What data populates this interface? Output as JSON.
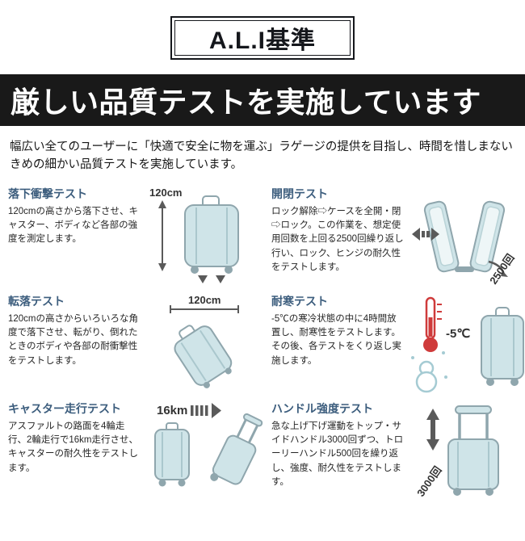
{
  "logo": {
    "text": "A.L.I基準"
  },
  "banner": {
    "title": "厳しい品質テストを実施しています",
    "bg": "#191919",
    "color": "#ffffff"
  },
  "intro": "幅広い全てのユーザーに「快適で安全に物を運ぶ」ラゲージの提供を目指し、時間を惜しまないきめの細かい品質テストを実施しています。",
  "colors": {
    "accent_title": "#3c5d7d",
    "illustration_fill": "#cfe4e8",
    "illustration_stroke": "#8fa6ad",
    "thermometer_red": "#cf3b3b"
  },
  "tests": [
    {
      "title": "落下衝撃テスト",
      "description": "120cmの高さから落下させ、キャスター、ボディなど各部の強度を測定します。",
      "label": "120cm"
    },
    {
      "title": "開閉テスト",
      "description": "ロック解除⇨ケースを全開・閉⇨ロック。この作業を、想定使用回数を上回る2500回繰り返し行い、ロック、ヒンジの耐久性をテストします。",
      "label": "2500回"
    },
    {
      "title": "転落テスト",
      "description": "120cmの高さからいろいろな角度で落下させ、転がり、倒れたときのボディや各部の耐衝撃性をテストします。",
      "label": "120cm"
    },
    {
      "title": "耐寒テスト",
      "description": "-5℃の寒冷状態の中に4時間放置し、耐寒性をテストします。その後、各テストをくり返し実施します。",
      "label": "-5℃"
    },
    {
      "title": "キャスター走行テスト",
      "description": "アスファルトの路面を4輪走行、2輪走行で16km走行させ、キャスターの耐久性をテストします。",
      "label": "16km"
    },
    {
      "title": "ハンドル強度テスト",
      "description": "急な上げ下げ運動をトップ・サイドハンドル3000回ずつ、トローリーハンドル500回を繰り返し、強度、耐久性をテストします。",
      "label": "3000回"
    }
  ]
}
